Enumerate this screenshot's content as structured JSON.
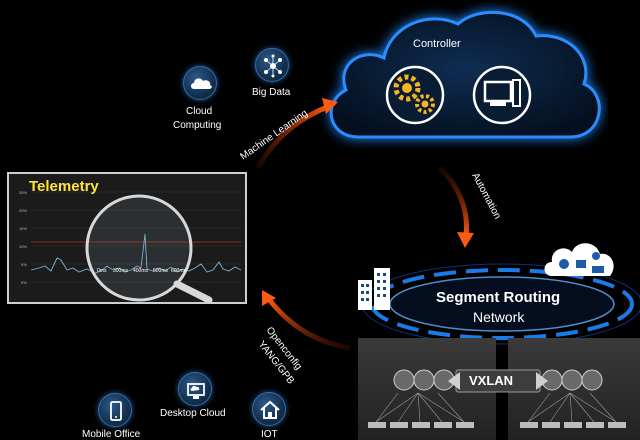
{
  "controller": {
    "title": "Controller"
  },
  "icons": {
    "cloud_computing": {
      "label": "Cloud\nComputing",
      "line1": "Cloud",
      "line2": "Computing",
      "icon": "cloud-icon"
    },
    "big_data": {
      "label": "Big Data",
      "icon": "network-dots-icon"
    },
    "desktop_cloud": {
      "label": "Desktop Cloud",
      "icon": "monitor-cloud-icon"
    },
    "iot": {
      "label": "IOT",
      "icon": "home-icon"
    },
    "mobile_office": {
      "label": "Mobile Office",
      "icon": "phone-icon"
    }
  },
  "arrows": {
    "machine_learning": "Machine Learning",
    "automation": "Automation",
    "openconfig": "Openconfig",
    "yang_gpb": "YANG/GPB"
  },
  "telemetry": {
    "title": "Telemetry",
    "y_ticks": [
      "25%",
      "20%",
      "15%",
      "10%",
      "5%",
      "0%"
    ],
    "magnifier_labels": [
      "0ms",
      "300ms",
      "400ms",
      "500ms",
      "600ms"
    ]
  },
  "segment_routing": {
    "title": "Segment Routing",
    "subtitle": "Network"
  },
  "vxlan": {
    "label": "VXLAN"
  },
  "colors": {
    "accent_blue": "#1e88ff",
    "arrow_orange": "#ff5a14",
    "telemetry_yellow": "#ffe23a"
  }
}
